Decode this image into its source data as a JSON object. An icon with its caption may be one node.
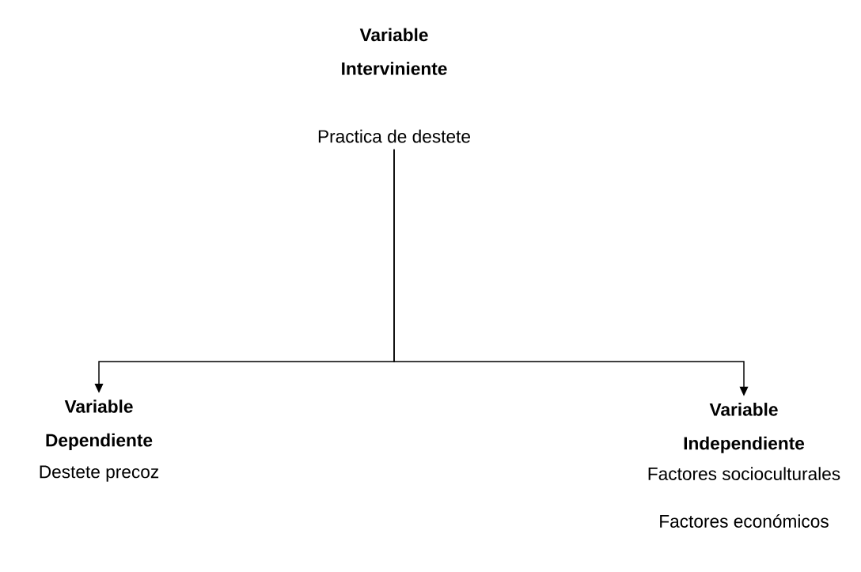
{
  "diagram": {
    "nodes": [
      {
        "text": [
          "Variable Interviniente",
          "Practica de destete"
        ]
      },
      {
        "text": [
          "Variable Dependiente",
          "Destete precoz"
        ]
      },
      {
        "text": [
          "Variable Independiente",
          "Factores socioculturales",
          "Factores económicos"
        ]
      }
    ],
    "edges": [
      {
        "from": 0,
        "to": 1,
        "arrow": "to"
      },
      {
        "from": 0,
        "to": 2,
        "arrow": "to"
      }
    ]
  }
}
